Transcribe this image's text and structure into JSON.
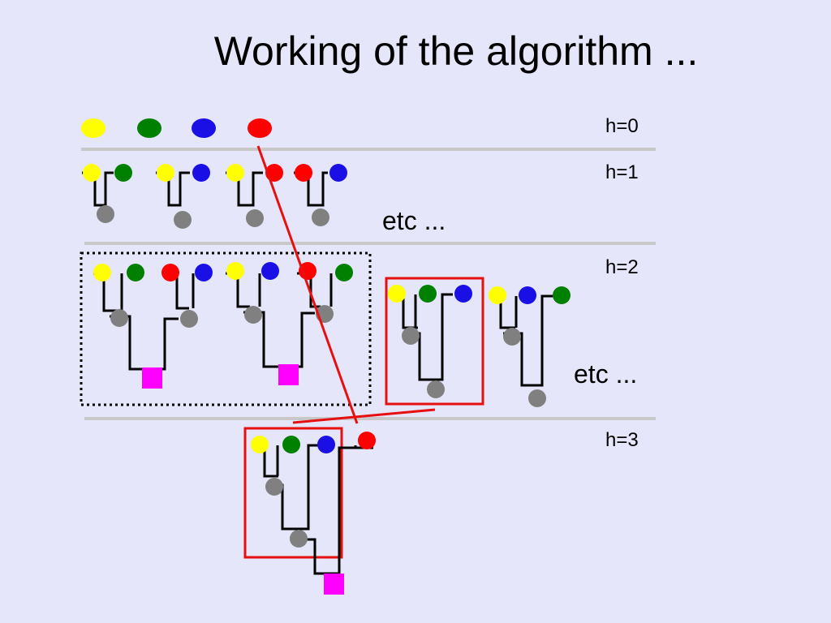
{
  "slide": {
    "title": "Working of the algorithm ...",
    "level_labels": [
      "h=0",
      "h=1",
      "h=2",
      "h=3"
    ],
    "etc_labels": [
      "etc ...",
      "etc ..."
    ]
  },
  "colors": {
    "background": "#e6e6fa",
    "leaf_yellow": "#ffff00",
    "leaf_green": "#008000",
    "leaf_blue": "#1a10e6",
    "leaf_red": "#ff0000",
    "internal_node": "#808080",
    "root_square": "#ff00ff",
    "highlight": "#e61010",
    "separator": "#c8c8c8"
  }
}
